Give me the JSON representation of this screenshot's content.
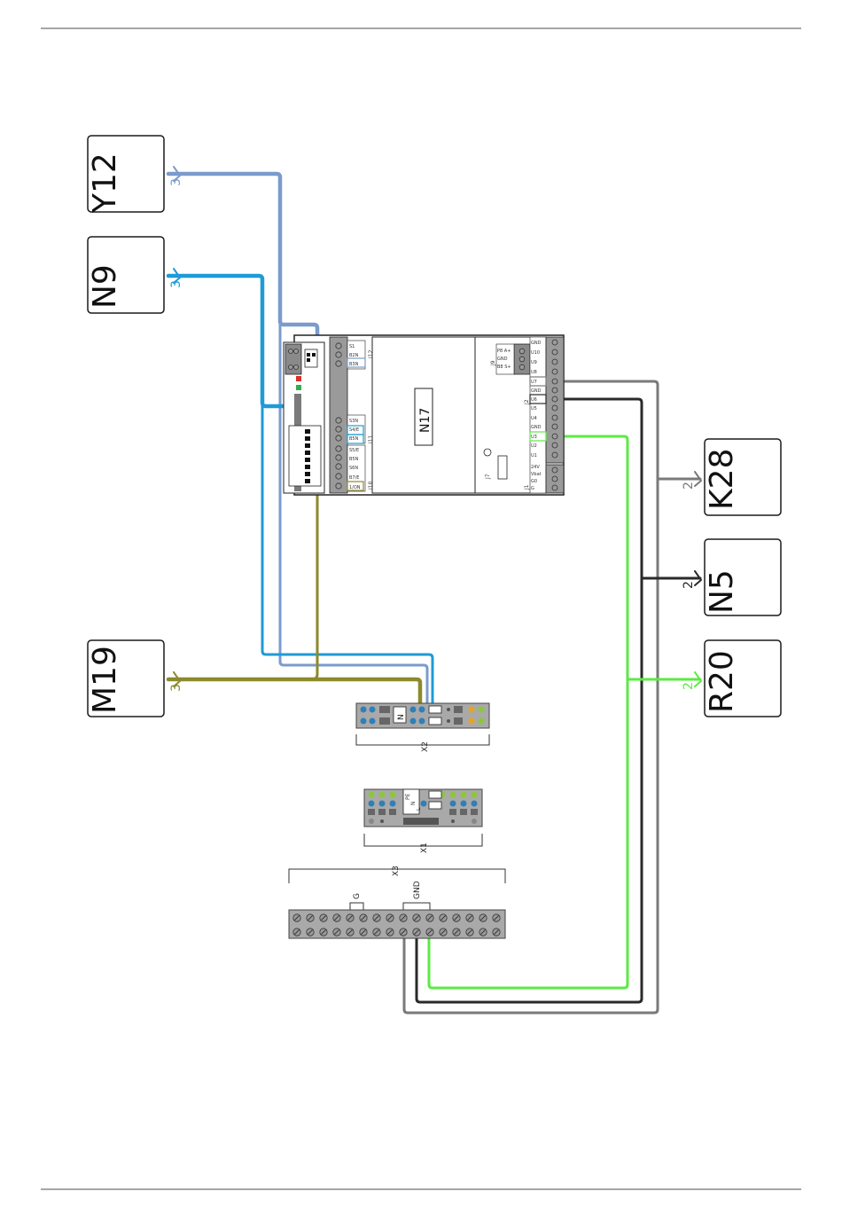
{
  "devices": {
    "y12": {
      "label": "Y12",
      "conductors": "3",
      "color": "#7b9bcc"
    },
    "n9": {
      "label": "N9",
      "conductors": "3",
      "color": "#1e9bd7"
    },
    "m19": {
      "label": "M19",
      "conductors": "3",
      "color": "#8c8a2c"
    },
    "k28": {
      "label": "K28",
      "conductors": "2",
      "color": "#7a7a7a"
    },
    "n5": {
      "label": "N5",
      "conductors": "2",
      "color": "#2a2a2a"
    },
    "r20": {
      "label": "R20",
      "conductors": "2",
      "color": "#5bea43"
    }
  },
  "controller": {
    "label": "N17",
    "connectors": {
      "j12": "J12",
      "j11": "J11",
      "j10": "J10",
      "j9": "J9",
      "j7": "J7",
      "j2": "J2",
      "j1": "J1"
    },
    "j12_pins": [
      "S1",
      "B2N",
      "B3N"
    ],
    "j11_pins": [
      "S3N",
      "S4/E",
      "B5N"
    ],
    "j10_pins": [
      "S5/E",
      "B5N",
      "S6N",
      "B7/E",
      "1/ON"
    ],
    "j9_pins": [
      "P8 A+",
      "GND",
      "B8 S+"
    ],
    "j2_pins": [
      "GND",
      "U10",
      "U9",
      "U8",
      "U7",
      "GND",
      "U6",
      "U5",
      "U4",
      "GND",
      "U3",
      "U2",
      "U1"
    ],
    "j1_pins": [
      "24V",
      "Vbat",
      "G0",
      "G"
    ]
  },
  "terminals": {
    "x1": {
      "label": "X1",
      "markings": [
        "PE",
        "N",
        "L"
      ]
    },
    "x2": {
      "label": "X2",
      "markings": [
        "N"
      ]
    },
    "x3": {
      "label": "X3",
      "groups": [
        "G",
        "GND"
      ]
    }
  }
}
